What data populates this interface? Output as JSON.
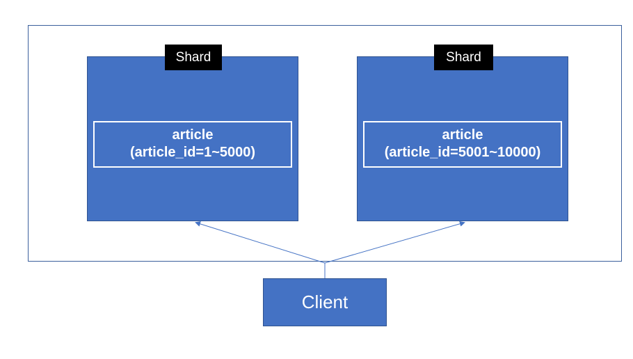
{
  "shards": [
    {
      "tag": "Shard",
      "table_name": "article",
      "range": "(article_id=1~5000)"
    },
    {
      "tag": "Shard",
      "table_name": "article",
      "range": "(article_id=5001~10000)"
    }
  ],
  "client": {
    "label": "Client"
  },
  "colors": {
    "box_fill": "#4472c4",
    "box_border": "#2f528f",
    "tag_fill": "#000000",
    "frame_border": "#3a5f9c"
  }
}
